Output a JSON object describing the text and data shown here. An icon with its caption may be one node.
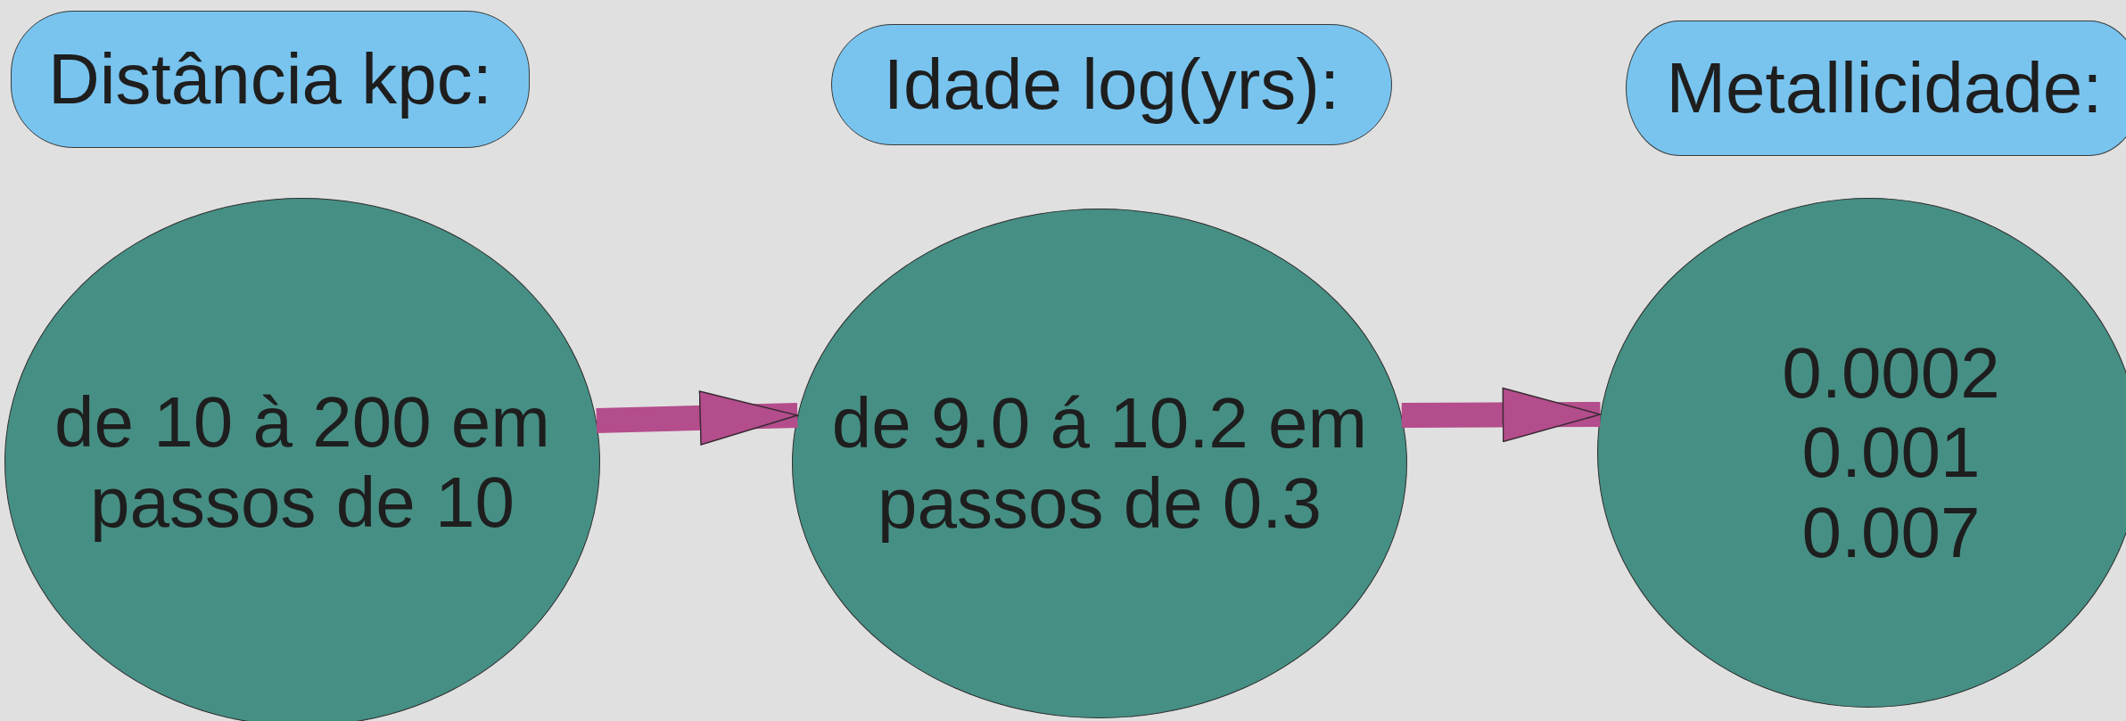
{
  "diagram": {
    "nodes": [
      {
        "text": [
          "Distância kpc:"
        ]
      },
      {
        "text": [
          "Idade log(yrs):"
        ]
      },
      {
        "text": [
          "Metallicidade:"
        ]
      },
      {
        "text": [
          "de 10 à 200 em passos de 10"
        ]
      },
      {
        "text": [
          "de 9.0 á 10.2 em passos de 0.3"
        ]
      },
      {
        "text": [
          "0.0002",
          "0.001",
          "0.007"
        ]
      }
    ],
    "edges": [
      {
        "from": 3,
        "to": 4,
        "arrow": "to"
      },
      {
        "from": 4,
        "to": 5,
        "arrow": "to"
      }
    ]
  }
}
